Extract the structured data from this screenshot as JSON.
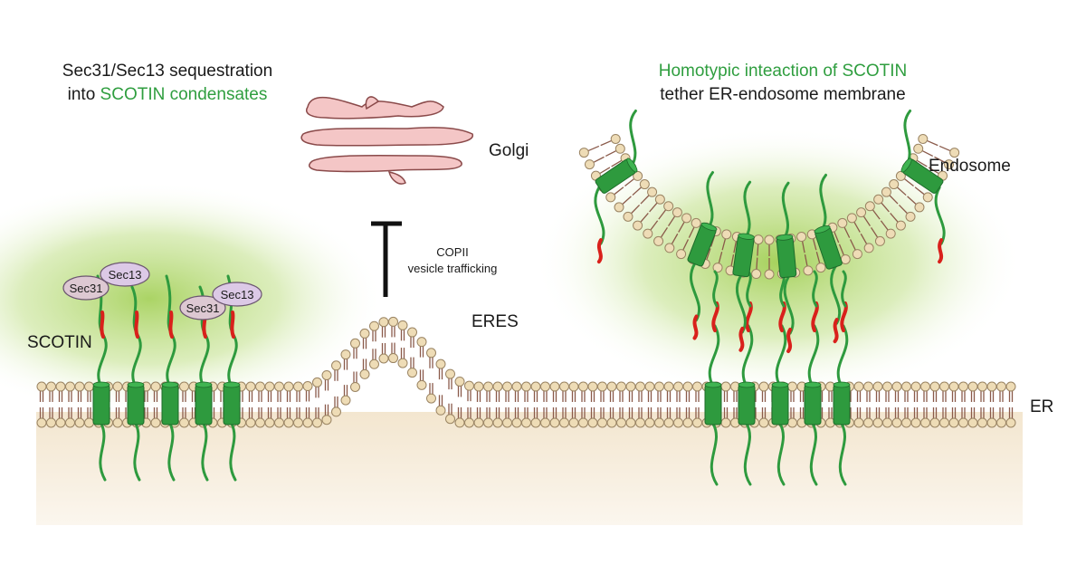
{
  "left_caption": {
    "line1": "Sec31/Sec13 sequestration",
    "line2_prefix": "into ",
    "line2_highlight": "SCOTIN condensates"
  },
  "right_caption": {
    "line1": "Homotypic inteaction of SCOTIN",
    "line2": "tether ER-endosome membrane"
  },
  "labels": {
    "golgi": "Golgi",
    "endosome": "Endosome",
    "eres": "ERES",
    "er": "ER",
    "scotin": "SCOTIN",
    "inhibition_line1": "COPII",
    "inhibition_line2": "vesicle trafficking",
    "sec31_left": "Sec31",
    "sec13_left": "Sec13",
    "sec31_right": "Sec31",
    "sec13_right": "Sec13"
  },
  "colors": {
    "membrane_head": "#eedcb6",
    "membrane_head_stroke": "#9a8463",
    "lipid_tail": "#8a5a4a",
    "scotin_green": "#2e9a3e",
    "idr_red": "#d9201b",
    "condensate_glow": "#9ccc4a",
    "golgi_fill": "#f4c6c6",
    "sec_fill": "#dcc9e6",
    "highlight_text": "#2f9e3f"
  }
}
